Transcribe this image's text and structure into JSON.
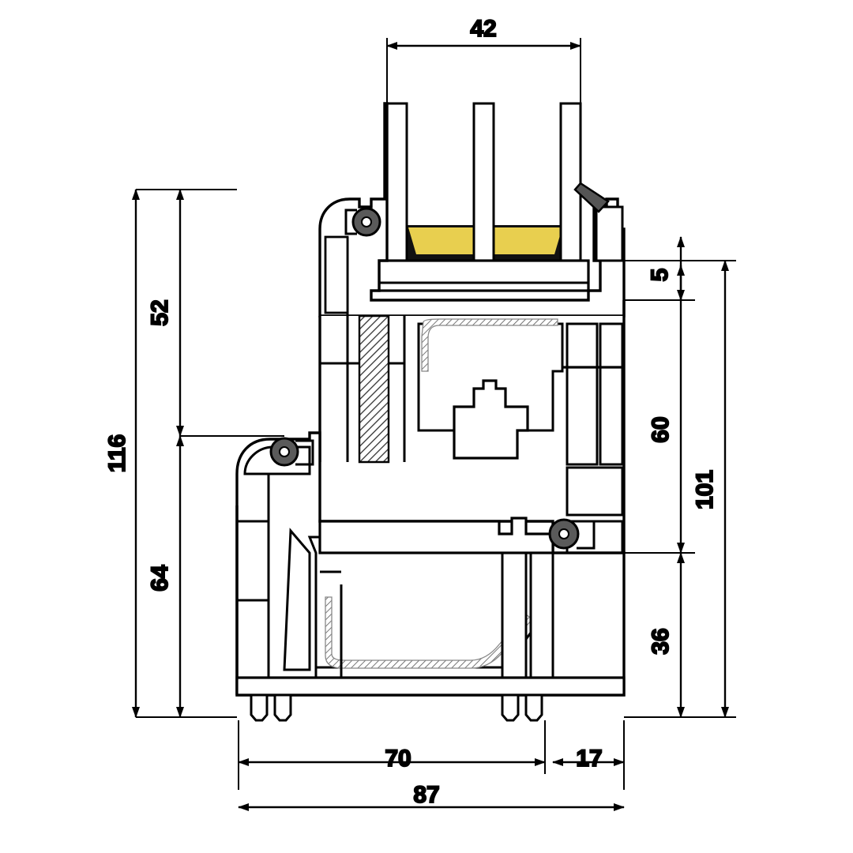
{
  "drawing": {
    "type": "technical-cross-section",
    "subject": "PVC window frame and sash profile cross section",
    "units": "mm",
    "background_color": "#ffffff",
    "line_color": "#000000",
    "spacer_color": "#e8cf4f",
    "sealant_color": "#111111"
  },
  "dimensions": {
    "top": [
      {
        "id": "glazing-width",
        "label": "42",
        "orientation": "horizontal",
        "position": "top"
      }
    ],
    "left": [
      {
        "id": "overall-height",
        "label": "116",
        "orientation": "vertical",
        "position": "left-outer"
      },
      {
        "id": "sash-height",
        "label": "52",
        "orientation": "vertical",
        "position": "left-inner"
      },
      {
        "id": "frame-height",
        "label": "64",
        "orientation": "vertical",
        "position": "left-inner"
      }
    ],
    "right": [
      {
        "id": "bead-offset",
        "label": "5",
        "orientation": "vertical",
        "position": "right-inner"
      },
      {
        "id": "sash-depth",
        "label": "60",
        "orientation": "vertical",
        "position": "right-inner"
      },
      {
        "id": "frame-depth",
        "label": "36",
        "orientation": "vertical",
        "position": "right-inner"
      },
      {
        "id": "overall-depth",
        "label": "101",
        "orientation": "vertical",
        "position": "right-outer"
      }
    ],
    "bottom": [
      {
        "id": "frame-width",
        "label": "70",
        "orientation": "horizontal",
        "position": "bottom-inner"
      },
      {
        "id": "overlap-width",
        "label": "17",
        "orientation": "horizontal",
        "position": "bottom-inner"
      },
      {
        "id": "total-width",
        "label": "87",
        "orientation": "horizontal",
        "position": "bottom-outer"
      }
    ]
  },
  "components": {
    "glazing": {
      "name": "triple-glazing-unit",
      "panes": 3,
      "spacers": 2
    },
    "gaskets": [
      {
        "id": "gasket-upper-left",
        "shape": "round"
      },
      {
        "id": "gasket-mid-left",
        "shape": "round"
      },
      {
        "id": "gasket-lower-right",
        "shape": "round"
      }
    ],
    "reinforcement": {
      "name": "steel-reinforcement",
      "style": "hatched"
    }
  }
}
